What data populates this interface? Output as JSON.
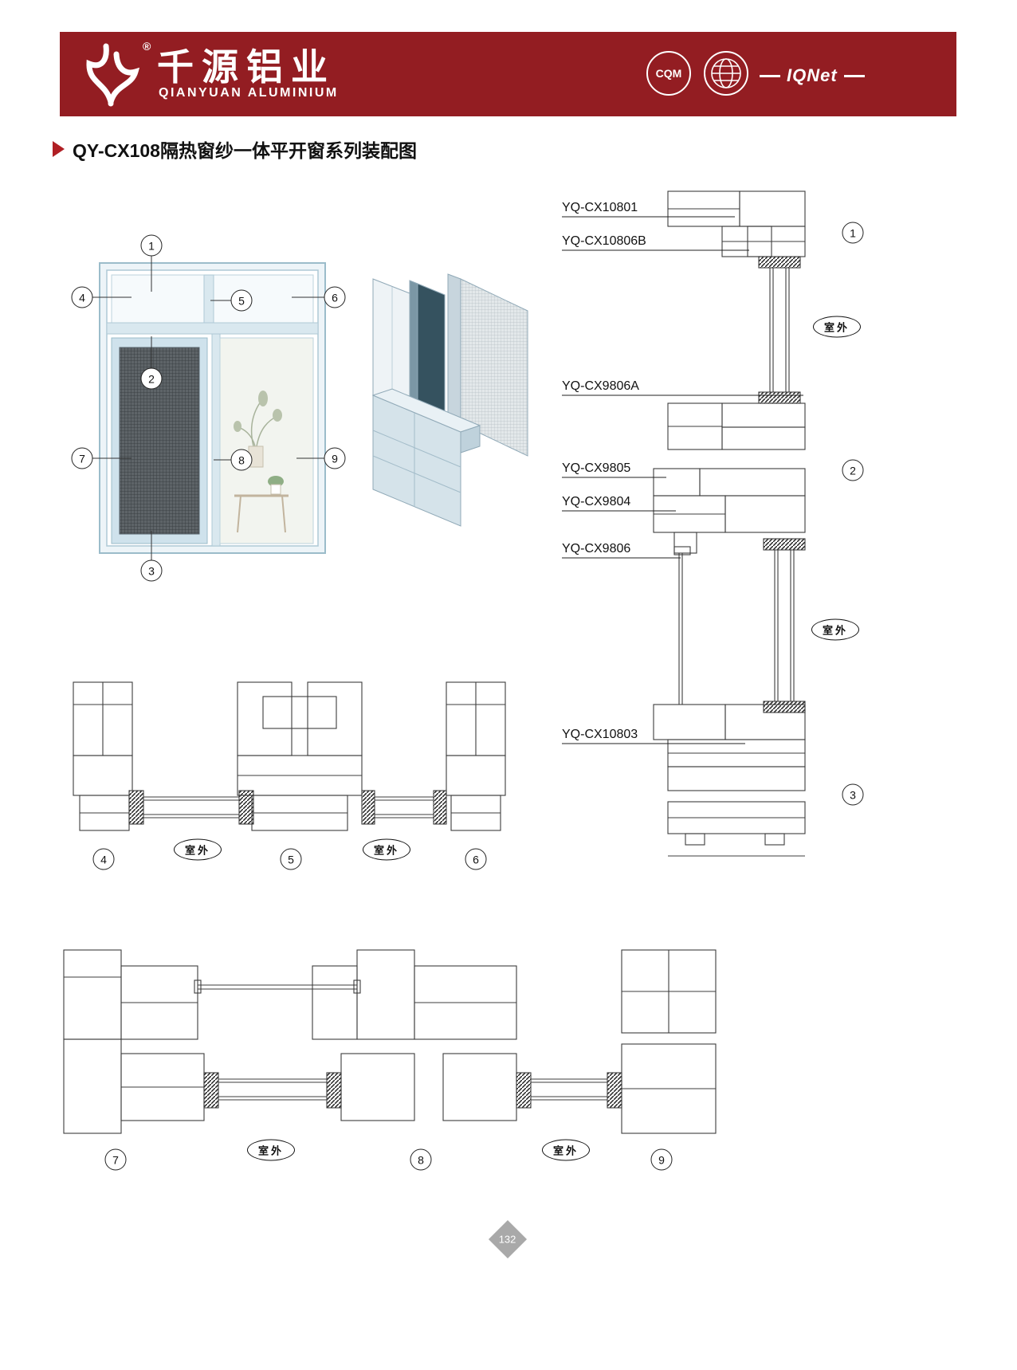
{
  "header": {
    "brand_cn": "千源铝业",
    "brand_en": "QIANYUAN ALUMINIUM",
    "reg_mark": "®",
    "bg_color": "#931d22",
    "badges": [
      {
        "name": "cqm-badge",
        "label": "CQM"
      },
      {
        "name": "globe-badge",
        "label": ""
      },
      {
        "name": "iqnet-badge",
        "label": "IQNet"
      }
    ]
  },
  "title": "QY-CX108隔热窗纱一体平开窗系列装配图",
  "labels": {
    "outdoor": "室外"
  },
  "front_view": {
    "callouts": [
      "1",
      "2",
      "3",
      "4",
      "5",
      "6",
      "7",
      "8",
      "9"
    ]
  },
  "vertical_section": {
    "part_labels": [
      "YQ-CX10801",
      "YQ-CX10806B",
      "YQ-CX9806A",
      "YQ-CX9805",
      "YQ-CX9804",
      "YQ-CX9806",
      "YQ-CX10803"
    ],
    "detail_markers": [
      "1",
      "2",
      "3"
    ]
  },
  "horizontal_section_top": {
    "detail_markers": [
      "4",
      "5",
      "6"
    ]
  },
  "horizontal_section_bottom": {
    "detail_markers": [
      "7",
      "8",
      "9"
    ]
  },
  "footer": {
    "page_number": "132"
  }
}
